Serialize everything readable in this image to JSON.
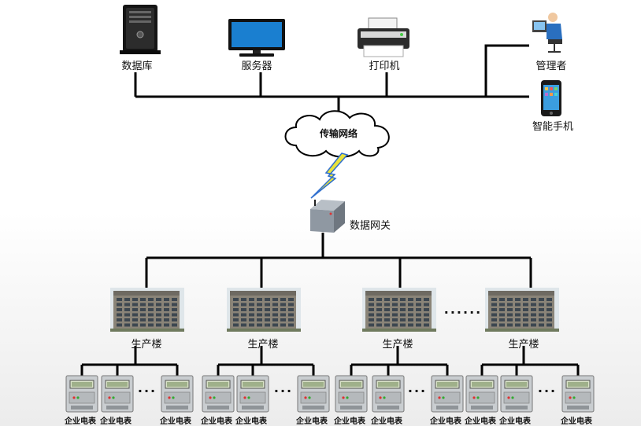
{
  "top": {
    "database": "数据库",
    "server": "服务器",
    "printer": "打印机",
    "manager": "管理者",
    "phone": "智能手机"
  },
  "network": {
    "cloud": "传输网络",
    "gateway": "数据网关"
  },
  "buildings": {
    "label": "生产楼",
    "ellipsis": "······"
  },
  "meters": {
    "label": "企业电表",
    "ellipsis": "···"
  },
  "colors": {
    "line": "#000000",
    "cloud_fill": "#ffffff",
    "bolt": "#e8e23a",
    "bolt_stroke": "#2f6fcf",
    "monitor_screen": "#1a7fd0",
    "phone_screen": "#3b9de0",
    "manager_shirt": "#2a6fbf"
  }
}
